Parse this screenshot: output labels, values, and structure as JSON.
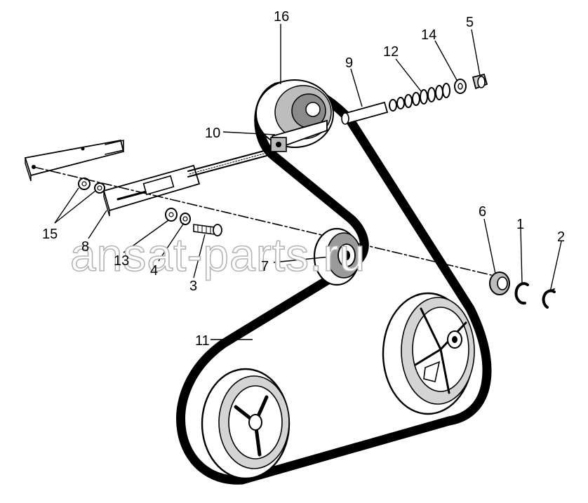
{
  "diagram": {
    "callouts": [
      {
        "id": "c16",
        "label": "16"
      },
      {
        "id": "c5",
        "label": "5"
      },
      {
        "id": "c14",
        "label": "14"
      },
      {
        "id": "c12",
        "label": "12"
      },
      {
        "id": "c9",
        "label": "9"
      },
      {
        "id": "c10",
        "label": "10"
      },
      {
        "id": "c6",
        "label": "6"
      },
      {
        "id": "c1",
        "label": "1"
      },
      {
        "id": "c2",
        "label": "2"
      },
      {
        "id": "c15",
        "label": "15"
      },
      {
        "id": "c8",
        "label": "8"
      },
      {
        "id": "c13",
        "label": "13"
      },
      {
        "id": "c4",
        "label": "4"
      },
      {
        "id": "c3",
        "label": "3"
      },
      {
        "id": "c7",
        "label": "7"
      },
      {
        "id": "c11",
        "label": "11"
      }
    ]
  },
  "watermark": {
    "text": "ansat-parts.ru"
  }
}
